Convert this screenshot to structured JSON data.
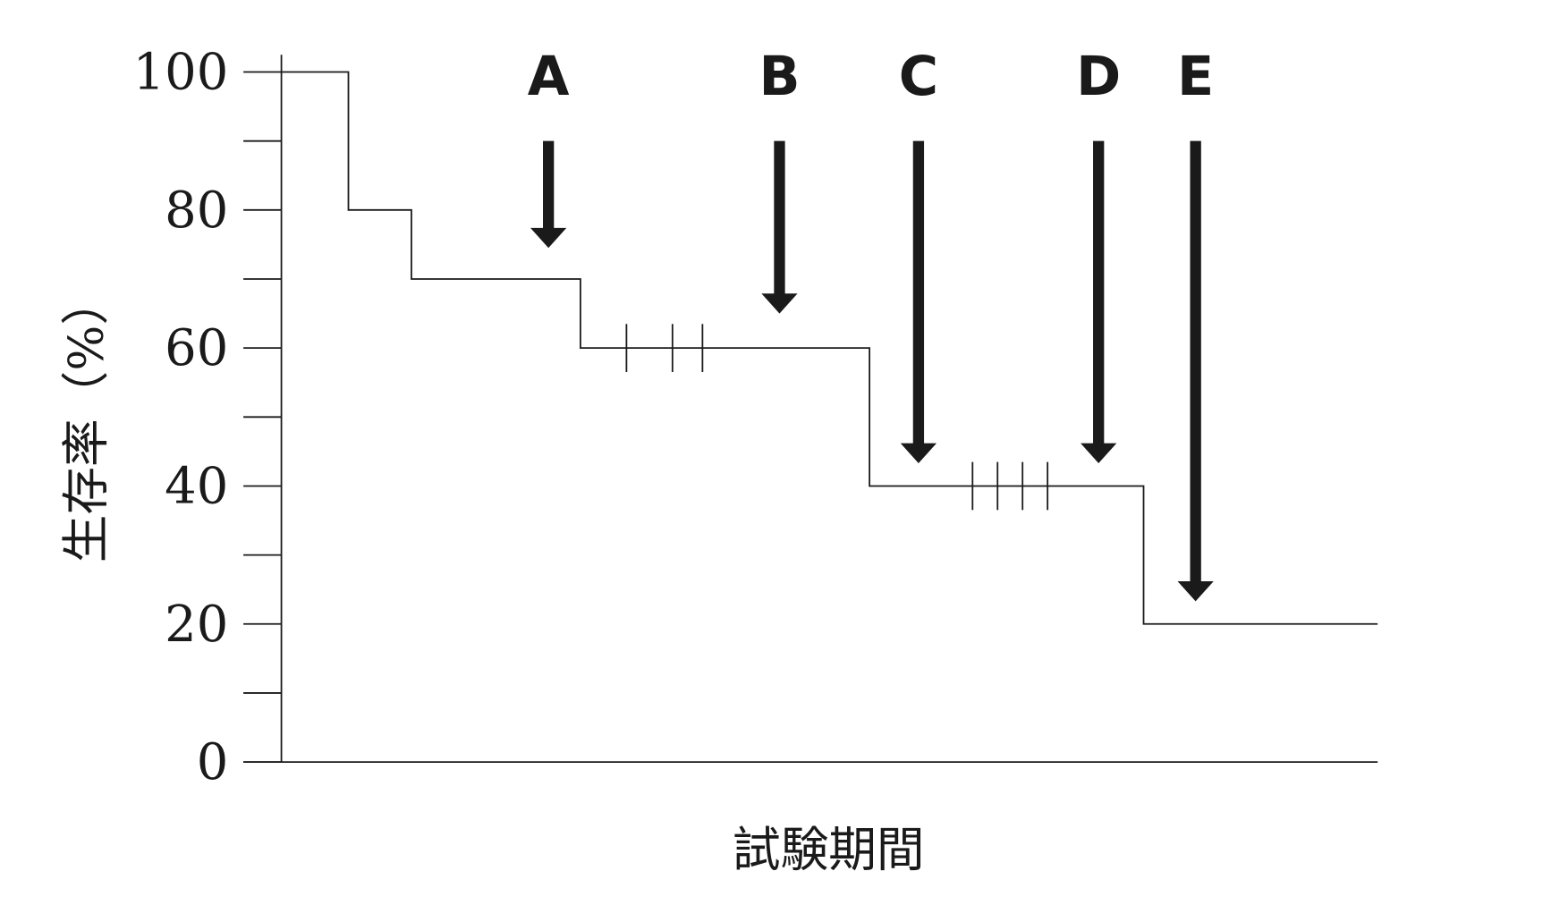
{
  "chart_data": {
    "type": "line",
    "subtype": "kaplan-meier-step",
    "title": "",
    "xlabel": "試験期間",
    "ylabel": "生存率（%）",
    "ylim": [
      0,
      100
    ],
    "xlim": [
      -3.8,
      109.6
    ],
    "yticks_major": [
      0,
      20,
      40,
      60,
      80,
      100
    ],
    "ytick_labels": [
      "0",
      "20",
      "40",
      "60",
      "80",
      "100"
    ],
    "yticks_minor": [
      10,
      30,
      50,
      70,
      90
    ],
    "xticks": [],
    "grid": false,
    "steps": [
      {
        "x": 0,
        "y": 100
      },
      {
        "x": 6.7,
        "y": 80
      },
      {
        "x": 13.0,
        "y": 70
      },
      {
        "x": 29.9,
        "y": 60
      },
      {
        "x": 58.8,
        "y": 40
      },
      {
        "x": 86.2,
        "y": 20
      }
    ],
    "x_end": 109.6,
    "censored": [
      {
        "x": 34.5,
        "y": 60
      },
      {
        "x": 39.1,
        "y": 60
      },
      {
        "x": 42.1,
        "y": 60
      },
      {
        "x": 69.1,
        "y": 40
      },
      {
        "x": 71.6,
        "y": 40
      },
      {
        "x": 74.1,
        "y": 40
      },
      {
        "x": 76.6,
        "y": 40
      }
    ],
    "annotations": [
      {
        "label": "A",
        "x": 26.7,
        "y_from": 90,
        "y_to": 74.5
      },
      {
        "label": "B",
        "x": 49.8,
        "y_from": 90,
        "y_to": 65
      },
      {
        "label": "C",
        "x": 63.7,
        "y_from": 90,
        "y_to": 43.3
      },
      {
        "label": "D",
        "x": 81.7,
        "y_from": 90,
        "y_to": 43.3
      },
      {
        "label": "E",
        "x": 91.4,
        "y_from": 90,
        "y_to": 23.3
      }
    ],
    "colors": {
      "ink": "#1a1a1a"
    }
  }
}
